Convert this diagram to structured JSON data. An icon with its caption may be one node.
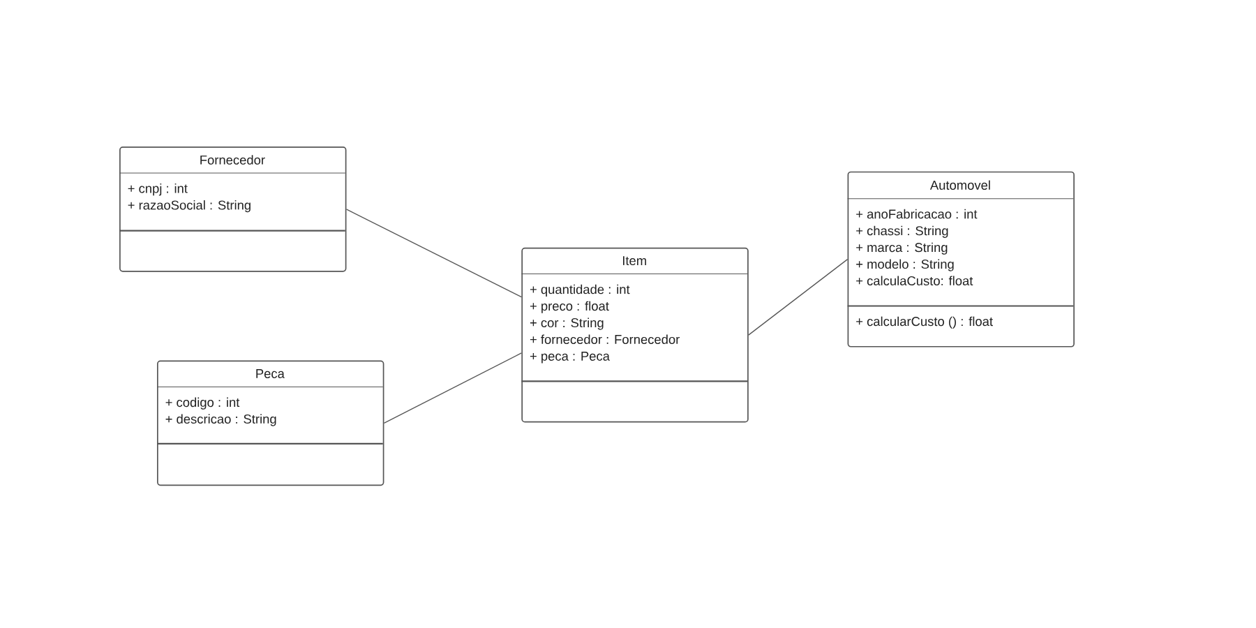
{
  "diagram": {
    "nodes": [
      {
        "text": [
          "Fornecedor"
        ]
      },
      {
        "text": [
          "+ cnpj : int",
          "+ razaoSocial : String"
        ],
        "in": 0
      },
      {
        "text": [],
        "shape": "box",
        "in": 0
      },
      {
        "text": [
          "Automovel"
        ]
      },
      {
        "text": [
          "+ anoFabricacao : int",
          "+ chassi : String",
          "+ marca : String",
          "+ modelo : String",
          "+ calculaCusto: float"
        ],
        "in": 3
      },
      {
        "text": [
          "+ calcularCusto () : float"
        ],
        "in": 3
      },
      {
        "text": [
          "Item"
        ]
      },
      {
        "text": [
          "+ quantidade : int",
          "+ preco : float",
          "+ cor : String",
          "+ fornecedor : Fornecedor",
          "+ peca : Peca"
        ],
        "in": 6
      },
      {
        "text": [],
        "shape": "box",
        "in": 6
      },
      {
        "text": [
          "Peca"
        ]
      },
      {
        "text": [
          "+ codigo : int",
          "+ descricao : String"
        ],
        "in": 9
      },
      {
        "text": [],
        "shape": "box",
        "in": 9
      }
    ],
    "edges": [
      {
        "from": 0,
        "to": 6,
        "arrow": "none"
      },
      {
        "from": 9,
        "to": 6,
        "arrow": "none"
      },
      {
        "from": 6,
        "to": 3,
        "arrow": "none"
      }
    ]
  }
}
